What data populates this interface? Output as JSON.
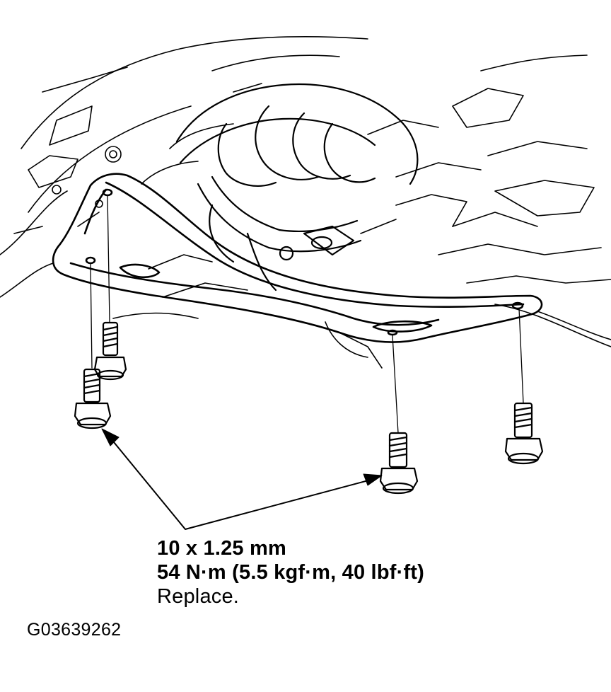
{
  "callout": {
    "size": "10 x 1.25 mm",
    "torque": "54 N·m (5.5 kgf·m, 40 lbf·ft)",
    "note": "Replace."
  },
  "figure_code": "G03639262",
  "colors": {
    "ink": "#000000",
    "paper": "#ffffff"
  }
}
